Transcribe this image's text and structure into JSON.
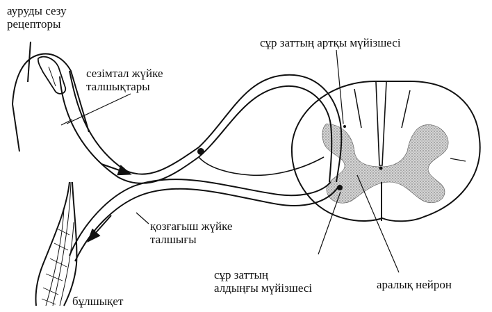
{
  "labels": {
    "pain_receptors": [
      "ауруды сезу",
      "рецепторы"
    ],
    "sensory_fibers": [
      "сезімтал жүйке",
      "талшықтары"
    ],
    "dorsal_horn": "сұр заттың артқы мүйізшесі",
    "motor_fiber": [
      "қозғағыш жүйке",
      "талшығы"
    ],
    "ventral_horn": [
      "сұр заттың",
      "алдыңғы мүйізшесі"
    ],
    "interneuron": "аралық нейрон",
    "muscle": "бұлшықет"
  },
  "colors": {
    "ink": "#111111",
    "grey_matter": "#b8b8b8",
    "background": "#ffffff"
  }
}
